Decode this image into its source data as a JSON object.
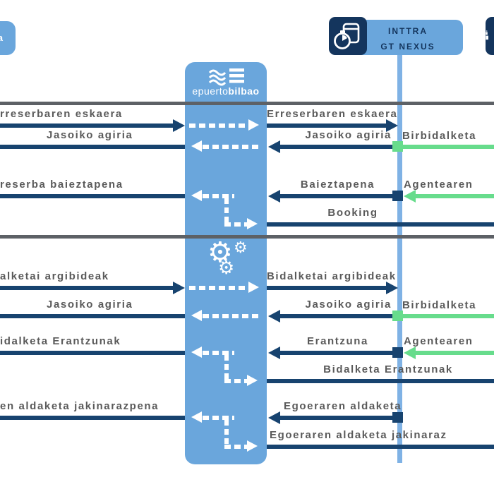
{
  "entities": {
    "left_partial_label": "a",
    "port_name_light": "epuerto",
    "port_name_bold": "bilbao",
    "inttra_line1": "INTTRA",
    "inttra_line2": "GT NEXUS"
  },
  "icons": {
    "gear_glyph": "⚙",
    "port_logo": "waves-and-lines",
    "inttra_icon": "timed-container",
    "right_icon": "ship"
  },
  "rows": [
    {
      "left": "rreserbaren eskaera",
      "right": "Erreserbaren eskaera"
    },
    {
      "left": "Jasoiko agiria",
      "right": "Jasoiko agiria",
      "side": "Birbidalketa"
    },
    {
      "left": "reserba baieztapena",
      "right": "Baieztapena",
      "side": "Agentearen"
    },
    {
      "right": "Booking"
    },
    {
      "left": "alketai argibideak",
      "right": "Bidalketai argibideak"
    },
    {
      "left": "Jasoiko agiria",
      "right": "Jasoiko agiria",
      "side": "Birbidalketa"
    },
    {
      "left": "idalketa Erantzunak",
      "right": "Erantzuna",
      "side": "Agentearen"
    },
    {
      "right": "Bidalketa Erantzunak"
    },
    {
      "left": "en aldaketa jakinarazpena",
      "right": "Egoeraren aldaketa"
    },
    {
      "right": "Egoeraren aldaketa jakinaraz"
    }
  ],
  "colors": {
    "accent_blue": "#6aa6dc",
    "lifeline_blue": "#7fb2e5",
    "navy": "#17436f",
    "green": "#67dc8c",
    "label_gray": "#5a5a5a",
    "divider_gray": "#5d6166"
  }
}
